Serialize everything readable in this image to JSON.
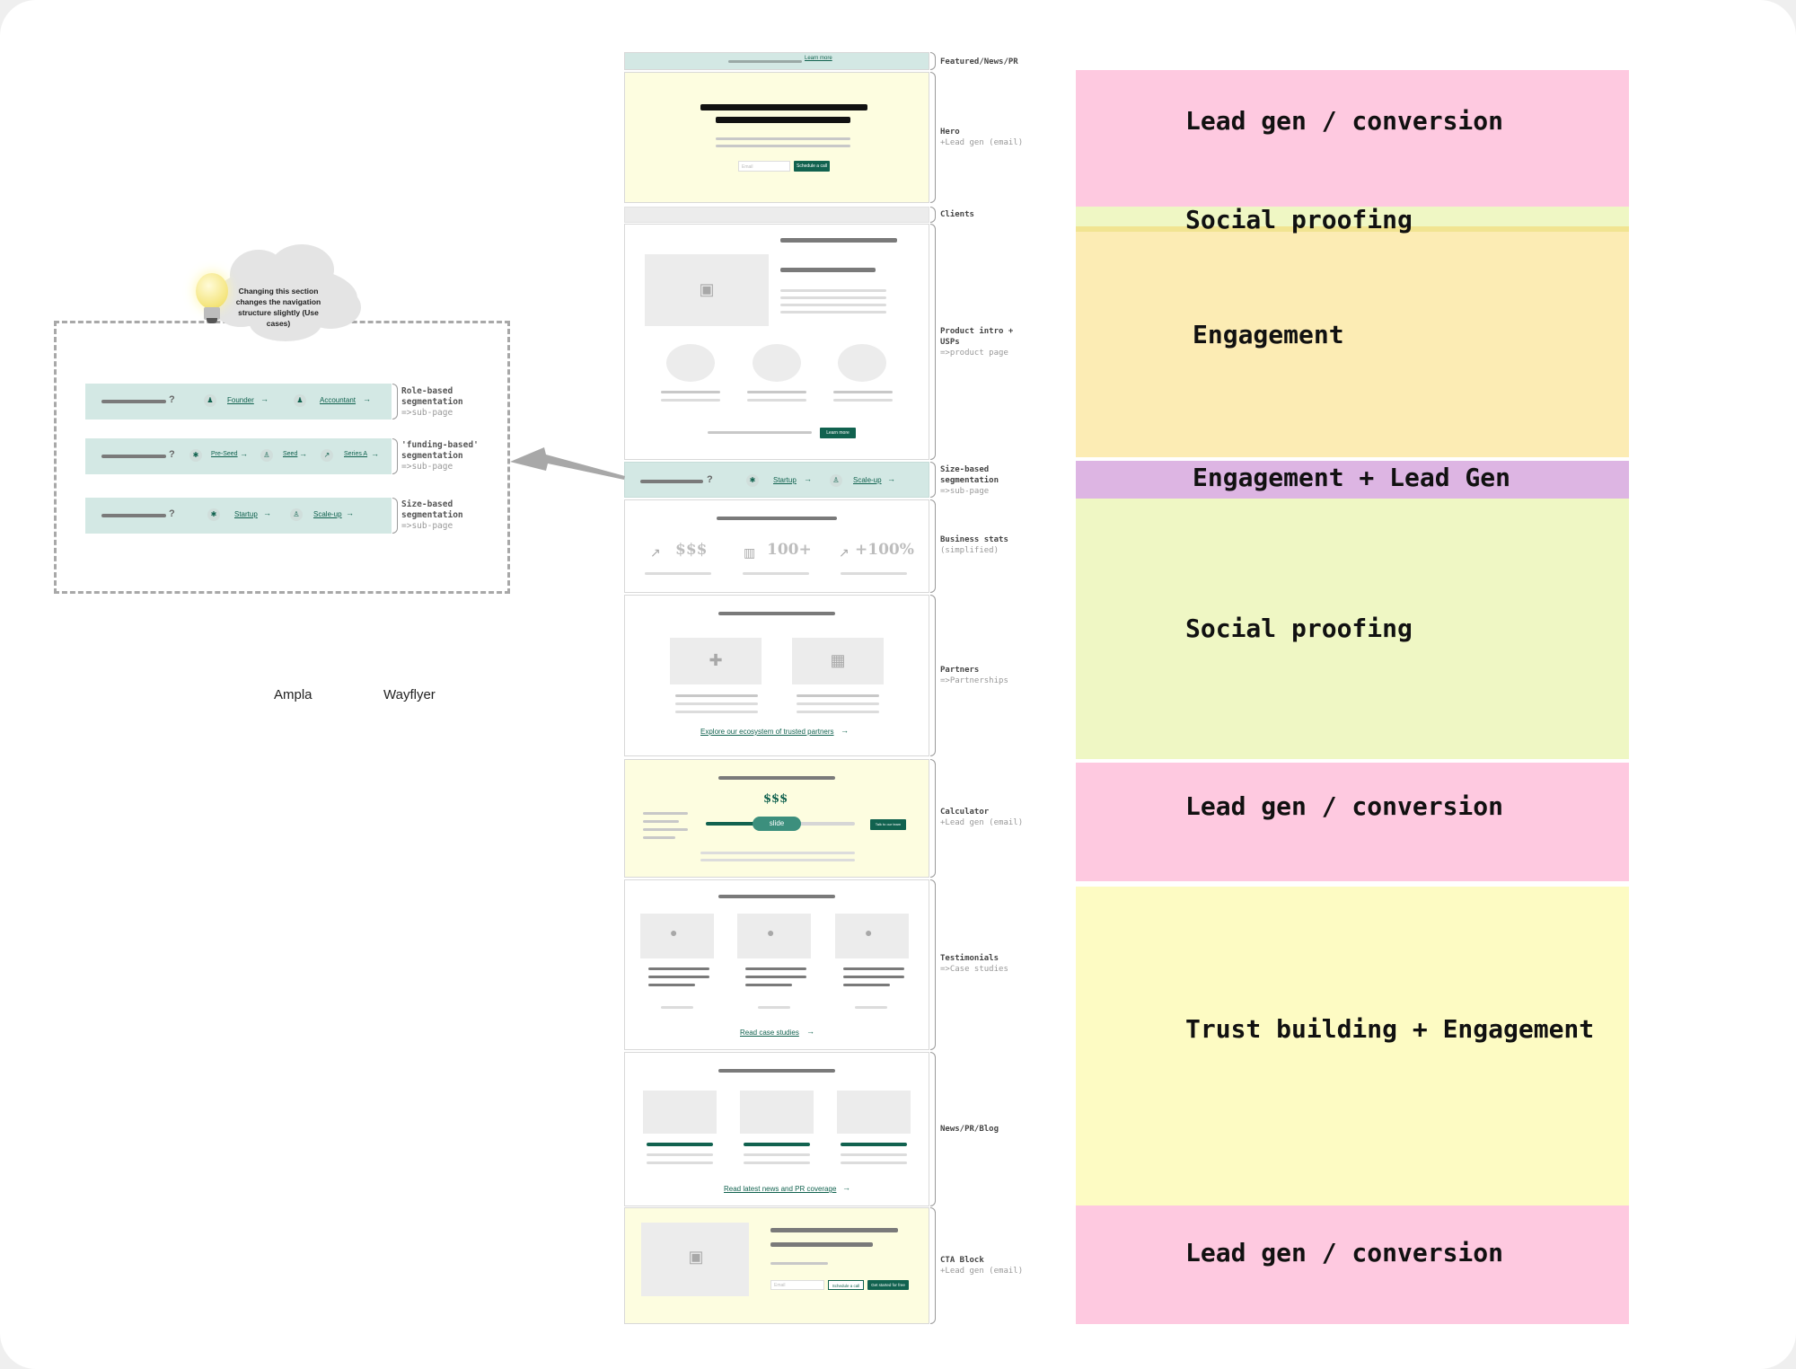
{
  "bands": [
    {
      "label": "Lead gen / conversion",
      "color": "#fec9e0"
    },
    {
      "label": "Social proofing",
      "color": "#eff7c4"
    },
    {
      "label": "Engagement",
      "color": "#fcecb4"
    },
    {
      "label": "Engagement + Lead Gen",
      "color": "#ddb5e3"
    },
    {
      "label": "Social proofing",
      "color": "#eff7c4"
    },
    {
      "label": "Lead gen / conversion",
      "color": "#fec9e0"
    },
    {
      "label": "Trust building + Engagement",
      "color": "#fdfbc3"
    },
    {
      "label": "Lead gen / conversion",
      "color": "#fec9e0"
    }
  ],
  "sections": {
    "featured": {
      "title": "Featured/News/PR",
      "link": "Learn more"
    },
    "hero": {
      "title": "Hero",
      "sub": "+Lead gen (email)",
      "placeholder": "Email",
      "button": "Schedule a call"
    },
    "clients": {
      "title": "Clients"
    },
    "product": {
      "title_1": "Product intro +",
      "title_2": "USPs",
      "sub": "=>product page",
      "button": "Learn more"
    },
    "size_seg": {
      "title_1": "Size-based",
      "title_2": "segmentation",
      "sub": "=>sub-page",
      "opt1": "Startup",
      "opt2": "Scale-up"
    },
    "stats": {
      "title": "Business stats",
      "sub": "(simplified)",
      "s1": "$$$",
      "s2": "100+",
      "s3": "+100%"
    },
    "partners": {
      "title": "Partners",
      "sub": "=>Partnerships",
      "link": "Explore our ecosystem of trusted partners"
    },
    "calculator": {
      "title": "Calculator",
      "sub": "+Lead gen (email)",
      "amount": "$$$",
      "slider": "slide",
      "button": "Talk to our team"
    },
    "testimonials": {
      "title": "Testimonials",
      "sub": "=>Case studies",
      "link": "Read case studies"
    },
    "news": {
      "title": "News/PR/Blog",
      "link": "Read latest news and PR coverage"
    },
    "cta": {
      "title": "CTA Block",
      "sub": "+Lead gen (email)",
      "placeholder": "Email",
      "button1": "Schedule a call",
      "button2": "Get started for free"
    }
  },
  "segmentation_panel": {
    "note": "Changing this section changes the navigation structure slightly (Use cases)",
    "rows": [
      {
        "options": [
          "Founder",
          "Accountant"
        ],
        "ann_1": "Role-based",
        "ann_2": "segmentation",
        "ann_sub": "=>sub-page"
      },
      {
        "options": [
          "Pre-Seed",
          "Seed",
          "Series A"
        ],
        "ann_1": "'funding-based'",
        "ann_2": "segmentation",
        "ann_sub": "=>sub-page"
      },
      {
        "options": [
          "Startup",
          "Scale-up"
        ],
        "ann_1": "Size-based",
        "ann_2": "segmentation",
        "ann_sub": "=>sub-page"
      }
    ]
  },
  "labels": {
    "ampla": "Ampla",
    "wayflyer": "Wayflyer"
  },
  "colors": {
    "brand_teal": "#11624f",
    "strip_teal": "#d3e8e4",
    "hero_yellow": "#fdfde0"
  }
}
